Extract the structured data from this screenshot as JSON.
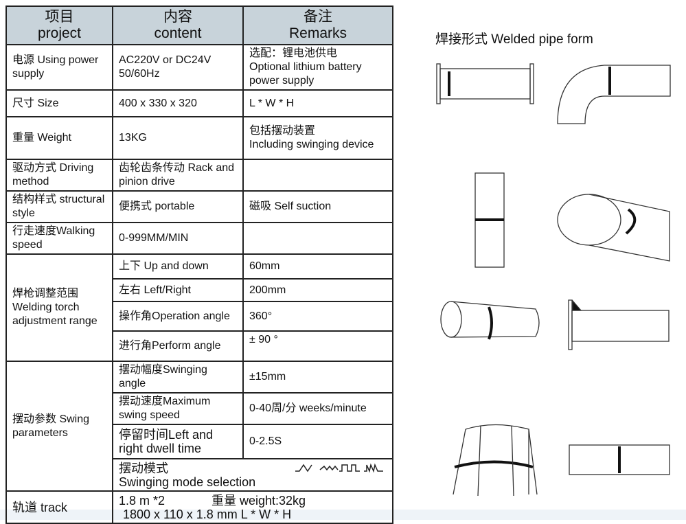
{
  "headers": [
    [
      "项目",
      "project"
    ],
    [
      "内容",
      "content"
    ],
    [
      "备注",
      "Remarks"
    ]
  ],
  "rows": {
    "power": {
      "item": "电源 Using power supply",
      "content": "AC220V or DC24V 50/60Hz",
      "remark_cn": "选配：锂电池供电",
      "remark_en": "Optional lithium battery power supply"
    },
    "size": {
      "item": "尺寸 Size",
      "content": "400 x 330 x 320",
      "remark": "L * W * H"
    },
    "weight": {
      "item": "重量 Weight",
      "content": "13KG",
      "remark_cn": "包括摆动装置",
      "remark_en": "Including swinging device"
    },
    "drive": {
      "item": "驱动方式 Driving method",
      "content": "齿轮齿条传动 Rack and pinion drive",
      "remark": ""
    },
    "structure": {
      "item": "结构样式 structural style",
      "content": "便携式 portable",
      "remark": "磁吸 Self suction"
    },
    "speed": {
      "item": "行走速度Walking speed",
      "content": "0-999MM/MIN",
      "remark": ""
    },
    "torch": {
      "item": "焊枪调整范围 Welding torch adjustment range",
      "subs": [
        {
          "label": "上下 Up and down",
          "value": "60mm"
        },
        {
          "label": "左右 Left/Right",
          "value": "200mm"
        },
        {
          "label": "操作角Operation angle",
          "value": "360°"
        },
        {
          "label": "进行角Perform angle",
          "value": "± 90 °"
        }
      ]
    },
    "swing": {
      "item": "摆动参数 Swing parameters",
      "subs": [
        {
          "label": "摆动幅度Swinging angle",
          "value": "±15mm"
        },
        {
          "label": "摆动速度Maximum swing speed",
          "value": "0-40周/分  weeks/minute"
        },
        {
          "label": "停留时间Left and right dwell time",
          "value": "0-2.5S"
        }
      ],
      "mode_cn": "摆动模式",
      "mode_en": "Swinging mode selection"
    },
    "track": {
      "item": "轨道 track",
      "line1a": "1.8 m *2",
      "line1b": "重量 weight:32kg",
      "line2": "1800 x 110 x 1.8  mm  L * W * H"
    }
  },
  "right_title": "焊接形式 Welded pipe form"
}
